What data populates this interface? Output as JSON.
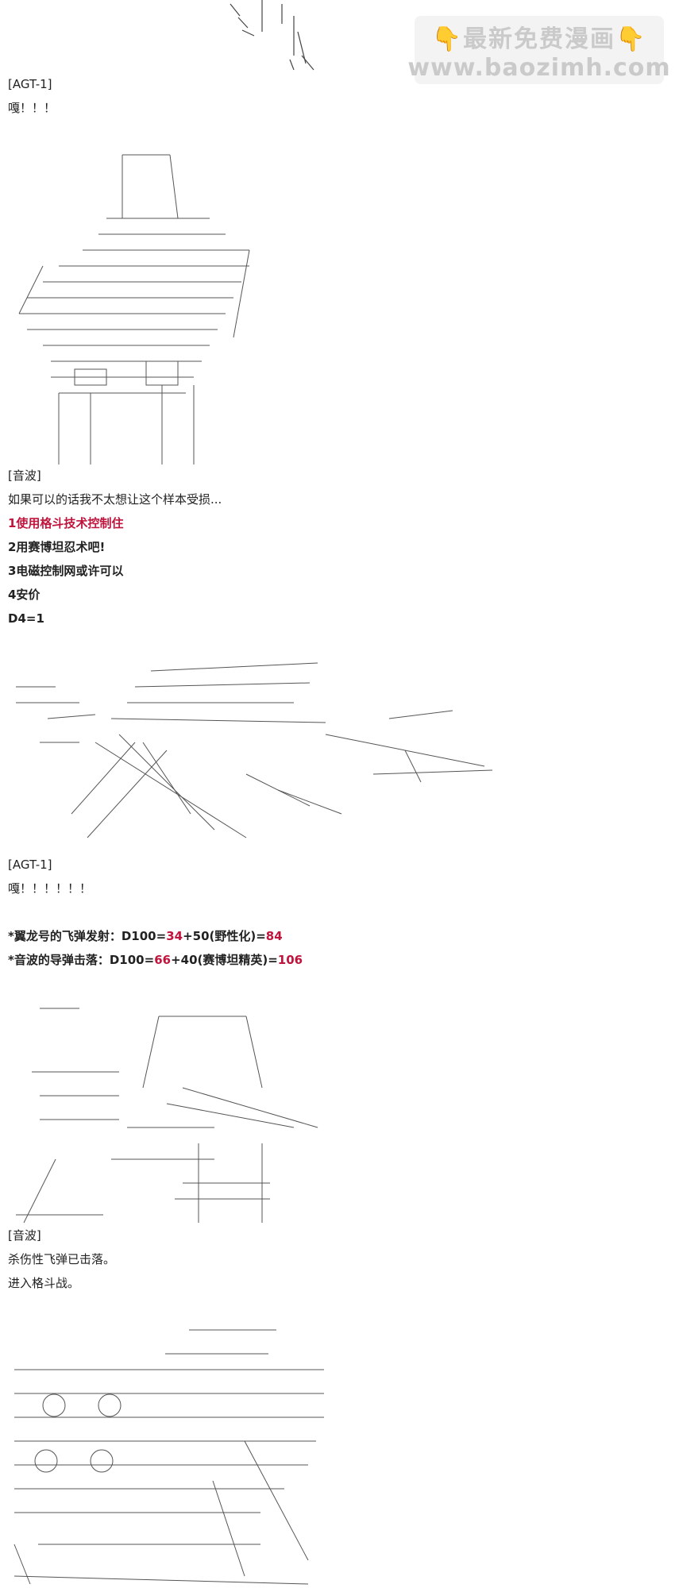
{
  "watermark": {
    "emoji": "👇",
    "line1": "最新免费漫画",
    "line2": "www.baozimh.com"
  },
  "posts": [
    {
      "speaker": "[AGT-1]",
      "line": "嘎！！！"
    },
    {
      "speaker": "[音波]",
      "line": "如果可以的话我不太想让这个样本受损..."
    },
    {
      "speaker": "[AGT-1]",
      "line": "嘎！！！！！！"
    },
    {
      "speaker": "[音波]",
      "line": "杀伤性飞弹已击落。",
      "line2": "进入格斗战。"
    }
  ],
  "options": [
    "1使用格斗技术控制住",
    "2用赛博坦忍术吧!",
    "3电磁控制网或许可以",
    "4安价"
  ],
  "dice_result": "D4=1",
  "rolls": [
    {
      "label": "*翼龙号的飞弹发射：D100=",
      "roll": "34",
      "bonus": "+50(野性化)=",
      "total": "84"
    },
    {
      "label": "*音波的导弹击落：D100=",
      "roll": "66",
      "bonus": "+40(赛博坦精英)=",
      "total": "106"
    }
  ]
}
